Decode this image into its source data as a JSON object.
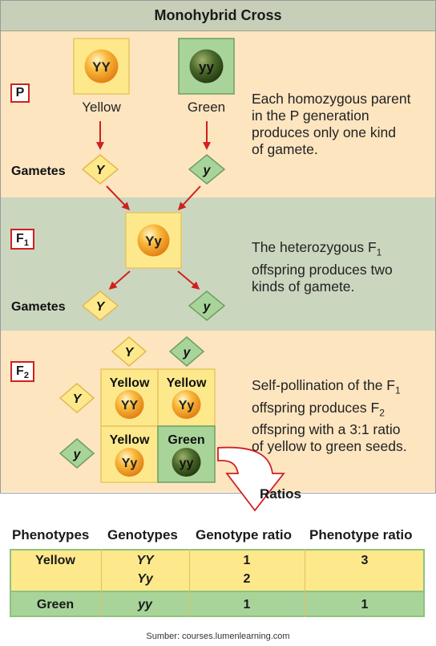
{
  "title": "Monohybrid Cross",
  "generations": {
    "p": {
      "label": "P",
      "parent1": {
        "genotype": "YY",
        "name": "Yellow"
      },
      "parent2": {
        "genotype": "yy",
        "name": "Green"
      },
      "gametes_label": "Gametes",
      "gamete1": "Y",
      "gamete2": "y",
      "description": [
        "Each homozygous parent",
        "in the P generation",
        "produces only one kind",
        "of gamete."
      ]
    },
    "f1": {
      "label_main": "F",
      "label_sub": "1",
      "genotype": "Yy",
      "gametes_label": "Gametes",
      "gamete1": "Y",
      "gamete2": "y",
      "description": [
        {
          "main": "The heterozygous F",
          "sub": "1"
        },
        {
          "main": "offspring produces two",
          "sub": ""
        },
        {
          "main": "kinds of gamete.",
          "sub": ""
        }
      ]
    },
    "f2": {
      "label_main": "F",
      "label_sub": "2",
      "top_gametes": [
        "Y",
        "y"
      ],
      "side_gametes": [
        "Y",
        "y"
      ],
      "punnett": [
        {
          "phenotype": "Yellow",
          "genotype": "YY"
        },
        {
          "phenotype": "Yellow",
          "genotype": "Yy"
        },
        {
          "phenotype": "Yellow",
          "genotype": "Yy"
        },
        {
          "phenotype": "Green",
          "genotype": "yy"
        }
      ],
      "description": [
        {
          "main": "Self-pollination of the F",
          "sub": "1"
        },
        {
          "main": "offspring produces F",
          "sub": "2"
        },
        {
          "main": "offspring with a 3:1 ratio",
          "sub": ""
        },
        {
          "main": "of yellow to green seeds.",
          "sub": ""
        }
      ]
    }
  },
  "ratios_label": "Ratios",
  "table": {
    "headers": [
      "Phenotypes",
      "Genotypes",
      "Genotype ratio",
      "Phenotype ratio"
    ],
    "rows": [
      {
        "phenotype": "Yellow",
        "genotypes": [
          "YY",
          "Yy"
        ],
        "genotype_ratios": [
          "1",
          "2"
        ],
        "phenotype_ratio": "3"
      },
      {
        "phenotype": "Green",
        "genotypes": [
          "yy"
        ],
        "genotype_ratios": [
          "1"
        ],
        "phenotype_ratio": "1"
      }
    ]
  },
  "source": "Sumber: courses.lumenlearning.com",
  "colors": {
    "title_bar": "#c8cfb8",
    "p_band": "#fde5c0",
    "f1_band": "#cbd6bf",
    "f2_band": "#fde5c0",
    "yellow_cell": "#fde98c",
    "green_cell": "#a8d49a",
    "arrow_red": "#d02020"
  }
}
